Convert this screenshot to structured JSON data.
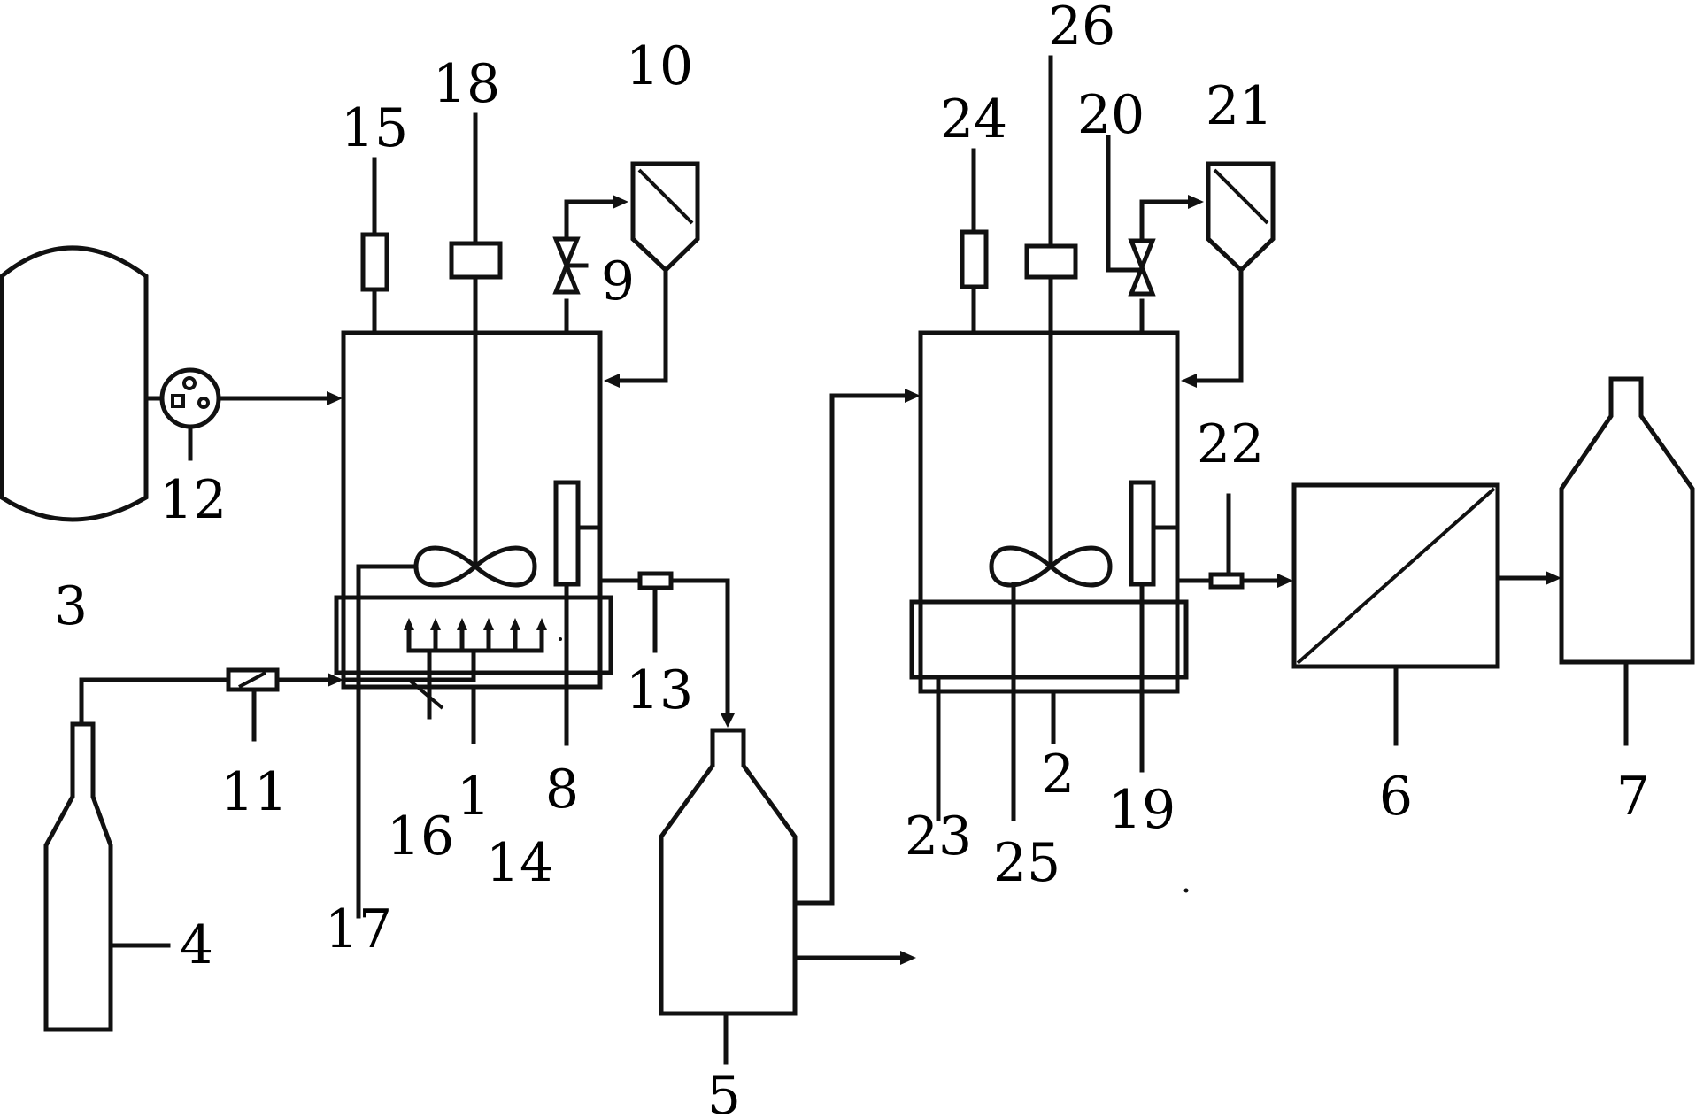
{
  "labels": {
    "l1": "1",
    "l2": "2",
    "l3": "3",
    "l4": "4",
    "l5": "5",
    "l6": "6",
    "l7": "7",
    "l8": "8",
    "l9": "9",
    "l10": "10",
    "l11": "11",
    "l12": "12",
    "l13": "13",
    "l14": "14",
    "l15": "15",
    "l16": "16",
    "l17": "17",
    "l18": "18",
    "l19": "19",
    "l20": "20",
    "l21": "21",
    "l22": "22",
    "l23": "23",
    "l24": "24",
    "l25": "25",
    "l26": "26"
  },
  "colors": {
    "line": "#111111",
    "background": "#ffffff"
  }
}
